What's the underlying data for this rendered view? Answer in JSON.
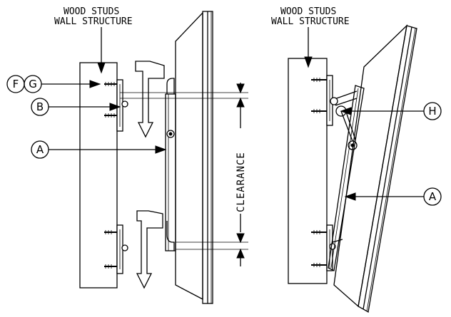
{
  "labels": {
    "left_title_line1": "WOOD STUDS",
    "left_title_line2": "WALL STRUCTURE",
    "right_title_line1": "WOOD STUDS",
    "right_title_line2": "WALL STRUCTURE",
    "clearance": "CLEARANCE"
  },
  "callouts": {
    "f": "F",
    "g": "G",
    "b": "B",
    "a_left": "A",
    "h": "H",
    "a_right": "A"
  },
  "colors": {
    "ink": "#000000",
    "paper": "#ffffff"
  }
}
